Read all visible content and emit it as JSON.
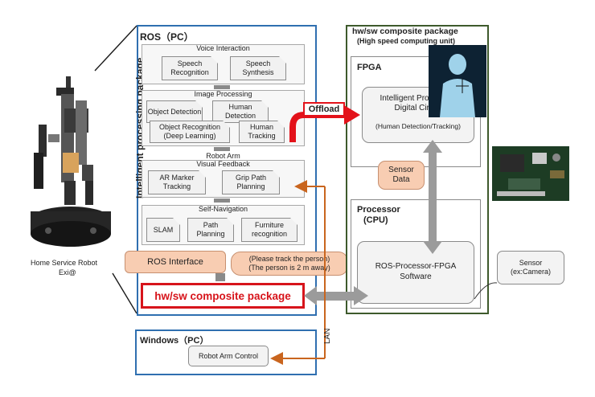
{
  "robot": {
    "caption_line1": "Home Service Robot",
    "caption_line2": "Exi@"
  },
  "ros_pc": {
    "title": "ROS（PC）",
    "vertical_label": "Intelligent processing package",
    "voice": {
      "title": "Voice Interaction",
      "items": [
        "Speech Recognition",
        "Speech Synthesis"
      ]
    },
    "image": {
      "title": "Image Processing",
      "items": [
        "Object Detection",
        "Human Detection",
        "Object Recognition (Deep Learning)",
        "Human Tracking"
      ]
    },
    "visual": {
      "title_line1": "Robot Arm",
      "title_line2": "Visual Feedback",
      "items": [
        "AR Marker Tracking",
        "Grip Path Planning"
      ]
    },
    "nav": {
      "title": "Self-Navigation",
      "items": [
        "SLAM",
        "Path Planning",
        "Furniture recognition"
      ]
    },
    "ros_interface": "ROS Interface",
    "message_line1": "(Please track the person)",
    "message_line2": "(The person is 2 m away)",
    "composite_label": "hw/sw composite package"
  },
  "offload_label": "Offload",
  "composite": {
    "title_line1": "hw/sw composite package",
    "title_line2": "(High speed computing unit)",
    "fpga": {
      "title": "FPGA",
      "circuit_line1": "Intelligent Processing",
      "circuit_line2": "Digital Circuit",
      "circuit_line3": "(Human Detection/Tracking)"
    },
    "sensor_data_line1": "Sensor",
    "sensor_data_line2": "Data",
    "processor": {
      "title_line1": "Processor",
      "title_line2": "(CPU)",
      "software_line1": "ROS-Processor-FPGA",
      "software_line2": "Software"
    }
  },
  "sensor": {
    "line1": "Sensor",
    "line2": "(ex:Camera)"
  },
  "windows_pc": {
    "title": "Windows（PC）",
    "robot_arm_control": "Robot Arm Control"
  },
  "lan_label": "LAN",
  "colors": {
    "ros_border": "#2f6fb0",
    "composite_border": "#3e5a2c",
    "highlight_red": "#d7141b",
    "lan_orange": "#c9651e",
    "salmon": "#f8cdb2"
  }
}
